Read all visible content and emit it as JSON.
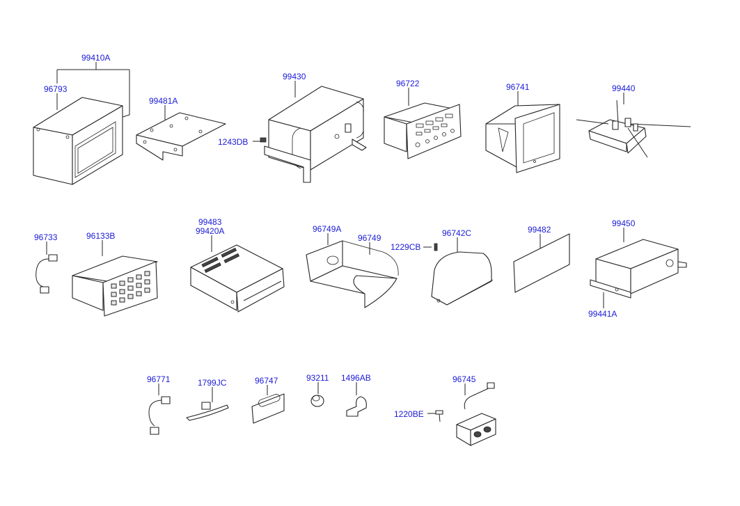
{
  "colors": {
    "label": "#1a1ad6",
    "line": "#222222",
    "background": "#ffffff"
  },
  "parts": {
    "p99410A": "99410A",
    "p96793": "96793",
    "p99481A": "99481A",
    "p99430": "99430",
    "p1243DB": "1243DB",
    "p96722": "96722",
    "p96741": "96741",
    "p99440": "99440",
    "p96733": "96733",
    "p96133B": "96133B",
    "p99483": "99483",
    "p99420A": "99420A",
    "p96749A": "96749A",
    "p96749": "96749",
    "p1229CB": "1229CB",
    "p96742C": "96742C",
    "p99482": "99482",
    "p99450": "99450",
    "p99441A": "99441A",
    "p96771": "96771",
    "p1799JC": "1799JC",
    "p96747": "96747",
    "p93211": "93211",
    "p1496AB": "1496AB",
    "p96745": "96745",
    "p1220BE": "1220BE"
  }
}
